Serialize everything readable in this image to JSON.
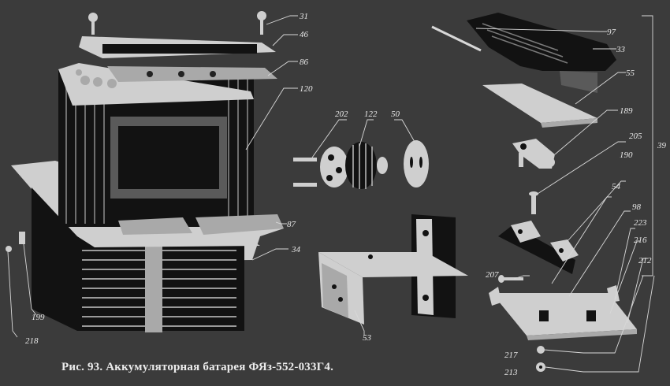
{
  "caption": "Рис. 93. Аккумуляторная батарея ФЯз-552-033Г4.",
  "parts": {
    "p31": "31",
    "p46": "46",
    "p86": "86",
    "p120": "120",
    "p202": "202",
    "p122": "122",
    "p50": "50",
    "p87": "87",
    "p34": "34",
    "p199": "199",
    "p218": "218",
    "p53": "53",
    "p97": "97",
    "p33": "33",
    "p55": "55",
    "p189": "189",
    "p205": "205",
    "p39": "39",
    "p190": "190",
    "p54": "54",
    "p98": "98",
    "p223": "223",
    "p216": "216",
    "p212": "212",
    "p207": "207",
    "p217": "217",
    "p213": "213"
  }
}
